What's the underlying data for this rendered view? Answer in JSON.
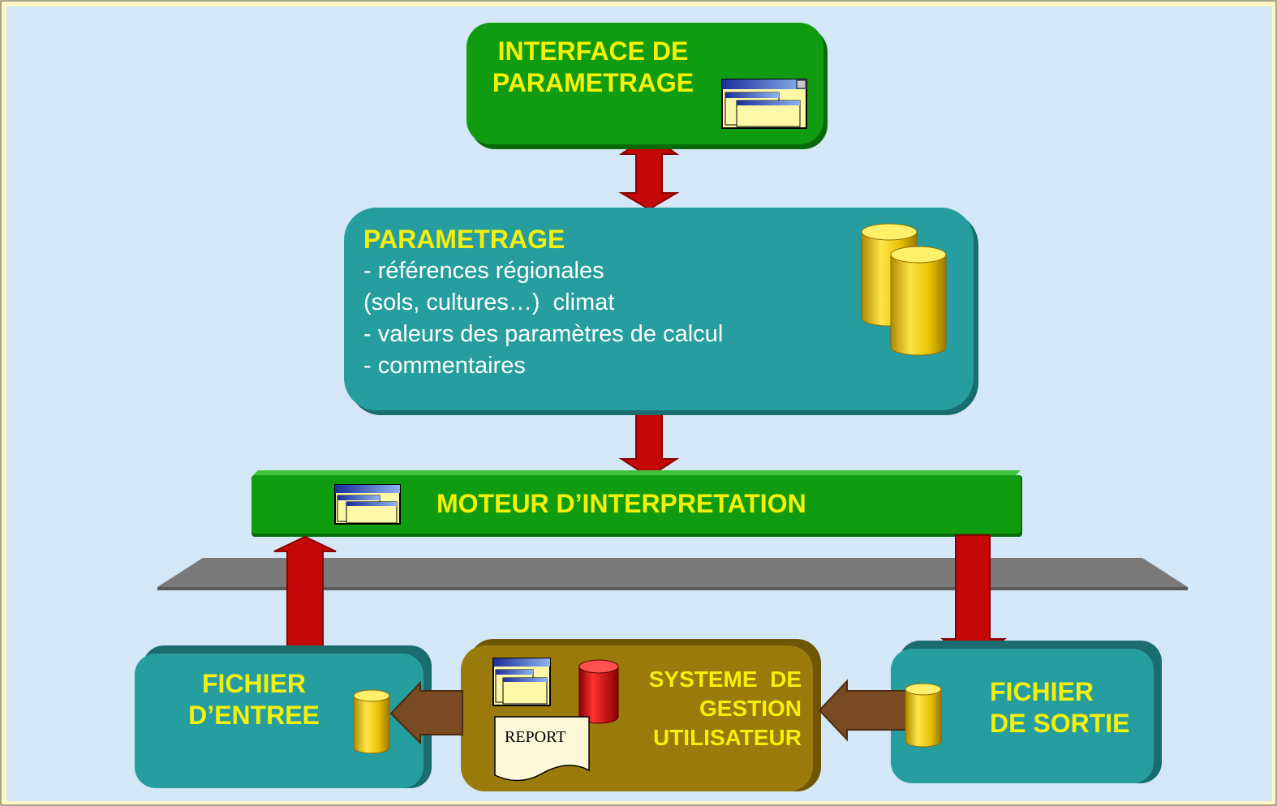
{
  "colors": {
    "background": "#d3e7f6",
    "green_box": "#109c10",
    "teal_box": "#269ea0",
    "olive_box": "#9a7a0a",
    "yellow_text": "#f4f00a",
    "white_text": "#ffffff",
    "red_arrow": "#c40808",
    "brown_arrow": "#7a4a22",
    "gray_band": "#7a7a7a"
  },
  "boxes": {
    "interface": {
      "lines": [
        "INTERFACE DE",
        "PARAMETRAGE"
      ],
      "icon": "window-icon"
    },
    "parametrage": {
      "title": "PARAMETRAGE",
      "items": [
        "- références régionales",
        "(sols, cultures…)  climat",
        "- valeurs des paramètres de calcul",
        "- commentaires"
      ],
      "icon": "database-icon"
    },
    "moteur": {
      "label": "MOTEUR D’INTERPRETATION",
      "icon": "window-icon"
    },
    "fichier_entree": {
      "lines": [
        "FICHIER",
        "D’ENTREE"
      ],
      "icon": "database-icon"
    },
    "systeme": {
      "lines": [
        "SYSTEME  DE",
        "GESTION",
        "UTILISATEUR"
      ],
      "report_label": "REPORT",
      "icons": [
        "window-icon",
        "database-icon",
        "document-icon"
      ]
    },
    "fichier_sortie": {
      "lines": [
        "FICHIER",
        "DE SORTIE"
      ],
      "icon": "database-icon"
    }
  }
}
